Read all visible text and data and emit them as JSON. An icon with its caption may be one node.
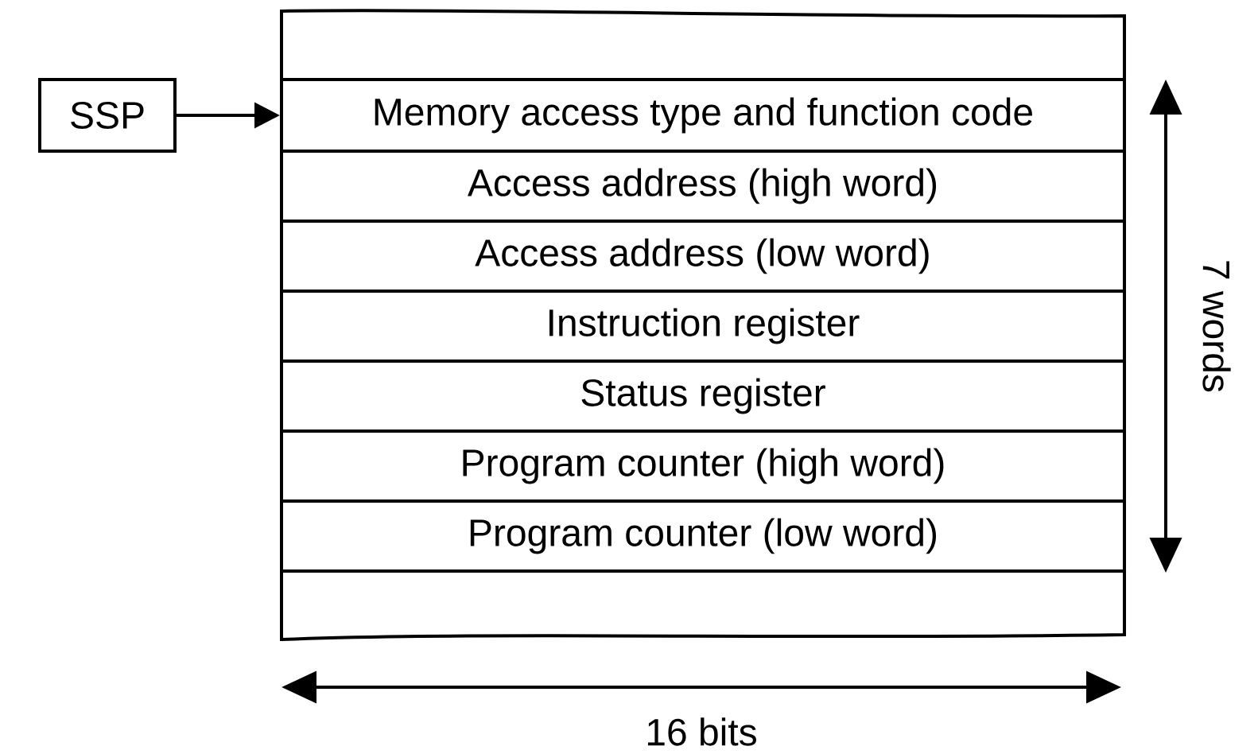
{
  "diagram": {
    "nodes": [
      {
        "text": [
          "SSP"
        ]
      },
      {
        "text": [],
        "shape": "box"
      },
      {
        "text": [
          "Memory access type and function code"
        ]
      },
      {
        "text": [
          "Access address (high word)"
        ]
      },
      {
        "text": [
          "Access address (low word)"
        ]
      },
      {
        "text": [
          "Instruction register"
        ]
      },
      {
        "text": [
          "Status register"
        ]
      },
      {
        "text": [
          "Program counter (high word)"
        ]
      },
      {
        "text": [
          "Program counter (low word)"
        ]
      },
      {
        "text": [],
        "shape": "box"
      }
    ],
    "edges": [
      {
        "from": 0,
        "to": 2,
        "arrow": "to"
      }
    ],
    "labels": [
      "7 words",
      "16 bits"
    ]
  }
}
